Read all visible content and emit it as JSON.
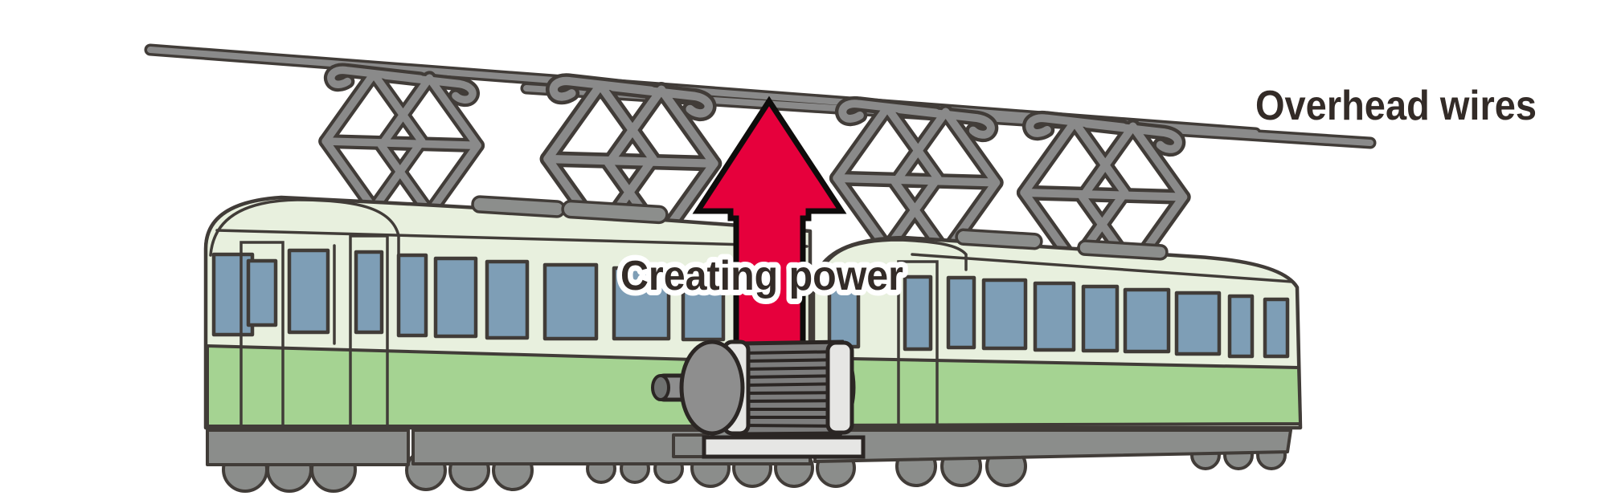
{
  "diagram": {
    "subject": "electric-train-power-diagram",
    "labels": {
      "creating_power": "Creating power",
      "overhead_wires": "Overhead wires"
    },
    "icons": {
      "power_flow": "up-arrow",
      "pantograph": "diamond-truss",
      "wire": "sloped-line"
    },
    "colors": {
      "background": "#ffffff",
      "arrow_red": "#e6003c",
      "arrow_outline": "#0e0c0b",
      "outline_dark": "#413c38",
      "wire_gray": "#8a8a8a",
      "train_body_light_green": "#e8f0de",
      "train_band_green": "#a5d392",
      "window_blue": "#7e9eb6",
      "chassis_gray": "#8b8d8b",
      "metal_light": "#e6e6e4",
      "motor_gray": "#7d7d7d",
      "label_ink": "#332b27",
      "label_halo": "#ffffff"
    }
  }
}
